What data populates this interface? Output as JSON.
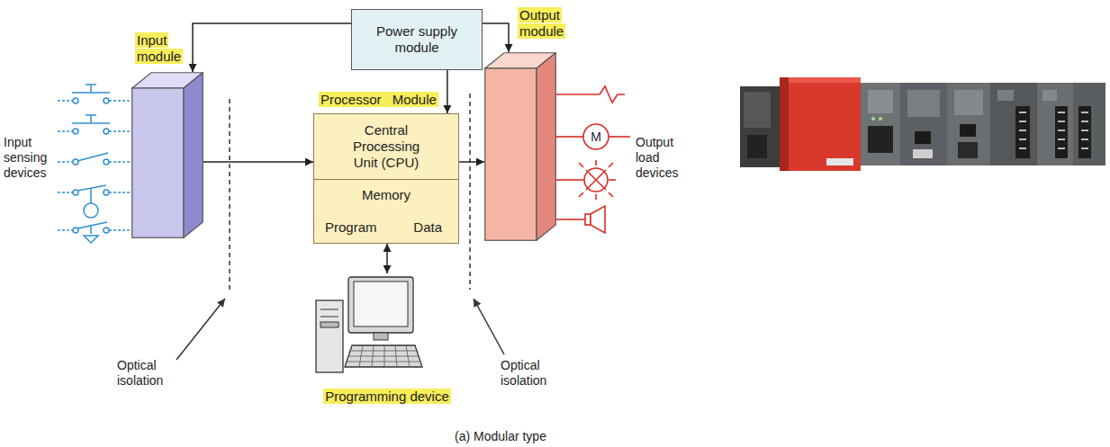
{
  "diagram": {
    "caption": "(a) Modular type",
    "nodes": [
      {
        "text": [
          "Power supply module"
        ]
      },
      {
        "text": [
          "Input module"
        ]
      },
      {
        "text": [
          "Processor Module"
        ]
      },
      {
        "text": [
          "Central Processing Unit (CPU)"
        ],
        "in": 2
      },
      {
        "text": [
          "Memory",
          "Program",
          "Data"
        ],
        "in": 2
      },
      {
        "text": [
          "Output module"
        ]
      },
      {
        "text": [
          "Programming device"
        ]
      }
    ],
    "edges": [
      {
        "from": 0,
        "to": 1,
        "arrow": "to"
      },
      {
        "from": 0,
        "to": 3,
        "arrow": "to"
      },
      {
        "from": 0,
        "to": 5,
        "arrow": "to"
      },
      {
        "from": 1,
        "to": 3,
        "arrow": "to"
      },
      {
        "from": 3,
        "to": 5,
        "arrow": "to"
      },
      {
        "from": 4,
        "to": 6,
        "arrow": "both"
      }
    ],
    "labels": [
      "Input sensing devices",
      "M",
      "Output load devices",
      "Optical isolation",
      "Optical isolation"
    ]
  }
}
